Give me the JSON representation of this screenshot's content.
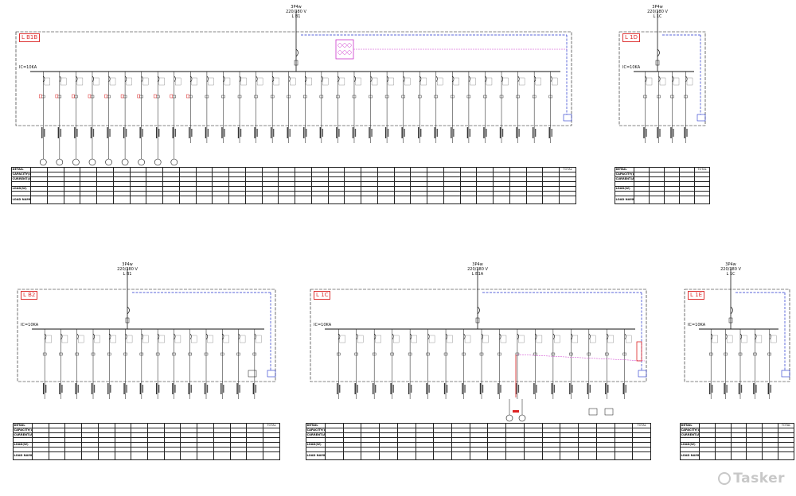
{
  "panels": [
    {
      "id": "LB1B",
      "label": "L B1B",
      "supply": [
        "3P4w",
        "220/380 V",
        "L B1"
      ],
      "ic": "IC=10KA",
      "box": [
        20,
        40,
        718,
        158
      ],
      "circuits": 32,
      "motors": 9,
      "rows": [
        "DETAIL",
        "CAPACITY(W)",
        "CURRENT(A)",
        "",
        "LOAD(W)",
        "",
        "LOAD NAME"
      ],
      "total": "TOTAL"
    },
    {
      "id": "L1D",
      "label": "L 1D",
      "supply": [
        "3P4w",
        "220/380 V",
        "L 1C"
      ],
      "ic": "IC=10KA",
      "box": [
        778,
        40,
        886,
        158
      ],
      "circuits": 4,
      "motors": 0,
      "rows": [
        "DETAIL",
        "CAPACITY(W)",
        "CURRENT(A)",
        "",
        "LOAD(W)",
        "",
        "LOAD NAME"
      ],
      "total": "TOTAL"
    },
    {
      "id": "LB2",
      "label": "L B2",
      "supply": [
        "3P4w",
        "220/380 V",
        "L B1"
      ],
      "ic": "IC=10KA",
      "box": [
        22,
        364,
        346,
        480
      ],
      "circuits": 14,
      "motors": 0,
      "rows": [
        "DETAIL",
        "CAPACITY(W)",
        "CURRENT(A)",
        "",
        "LOAD(W)",
        "",
        "LOAD NAME"
      ],
      "total": "TOTAL"
    },
    {
      "id": "L1C",
      "label": "L 1C",
      "supply": [
        "3P4w",
        "220/380 V",
        "L B1A"
      ],
      "ic": "IC=10KA",
      "box": [
        390,
        364,
        812,
        480
      ],
      "circuits": 17,
      "motors": 2,
      "rows": [
        "DETAIL",
        "CAPACITY(W)",
        "CURRENT(A)",
        "",
        "LOAD(W)",
        "",
        "LOAD NAME"
      ],
      "total": "TOTAL"
    },
    {
      "id": "L1E",
      "label": "L 1E",
      "supply": [
        "3P4w",
        "220/380 V",
        "L 1C"
      ],
      "ic": "IC=10KA",
      "box": [
        860,
        364,
        992,
        480
      ],
      "circuits": 5,
      "motors": 0,
      "rows": [
        "DETAIL",
        "CAPACITY(W)",
        "CURRENT(A)",
        "",
        "LOAD(W)",
        "",
        "LOAD NAME"
      ],
      "total": "TOTAL"
    }
  ],
  "watermark": "Tasker",
  "colors": {
    "line": "#111111",
    "panel_tag": "#dd3333",
    "ground": "#2233cc",
    "highlight": "#dd2222",
    "magenta": "#cc33cc"
  }
}
